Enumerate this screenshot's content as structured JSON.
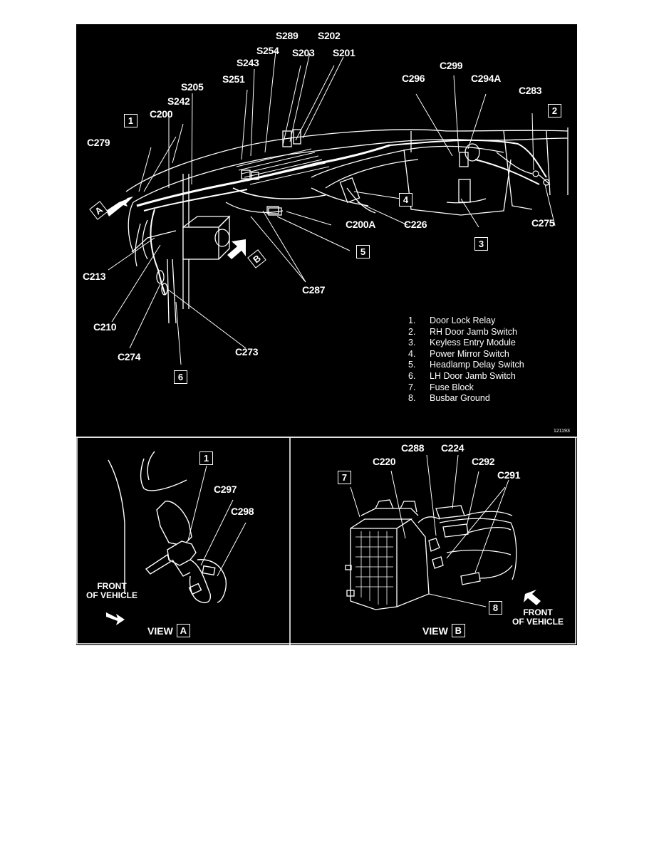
{
  "main_view": {
    "callouts": {
      "s289": "S289",
      "s202": "S202",
      "s254": "S254",
      "s203": "S203",
      "s201": "S201",
      "s243": "S243",
      "s251": "S251",
      "s205": "S205",
      "s242": "S242",
      "c200": "C200",
      "c279": "C279",
      "c296": "C296",
      "c299": "C299",
      "c294a": "C294A",
      "c283": "C283",
      "c275": "C275",
      "c200a": "C200A",
      "c226": "C226",
      "c287": "C287",
      "c213": "C213",
      "c210": "C210",
      "c274": "C274",
      "c273": "C273"
    },
    "boxes": {
      "b1": "1",
      "b2": "2",
      "b3": "3",
      "b4": "4",
      "b5": "5",
      "b6": "6"
    },
    "view_markers": {
      "a": "A",
      "b": "B"
    },
    "legend": [
      {
        "num": "1.",
        "text": "Door Lock Relay"
      },
      {
        "num": "2.",
        "text": "RH Door Jamb Switch"
      },
      {
        "num": "3.",
        "text": "Keyless Entry Module"
      },
      {
        "num": "4.",
        "text": "Power Mirror Switch"
      },
      {
        "num": "5.",
        "text": "Headlamp Delay Switch"
      },
      {
        "num": "6.",
        "text": "LH Door Jamb Switch"
      },
      {
        "num": "7.",
        "text": "Fuse Block"
      },
      {
        "num": "8.",
        "text": "Busbar Ground"
      }
    ],
    "ref_code": "121193"
  },
  "view_a": {
    "title": "VIEW",
    "letter": "A",
    "box": "1",
    "callouts": {
      "c297": "C297",
      "c298": "C298"
    },
    "front_line1": "FRONT",
    "front_line2": "OF VEHICLE"
  },
  "view_b": {
    "title": "VIEW",
    "letter": "B",
    "boxes": {
      "b7": "7",
      "b8": "8"
    },
    "callouts": {
      "c288": "C288",
      "c224": "C224",
      "c220": "C220",
      "c292": "C292",
      "c291": "C291"
    },
    "front_line1": "FRONT",
    "front_line2": "OF VEHICLE"
  },
  "colors": {
    "background": "#000000",
    "ink": "#ffffff",
    "page": "#ffffff"
  }
}
